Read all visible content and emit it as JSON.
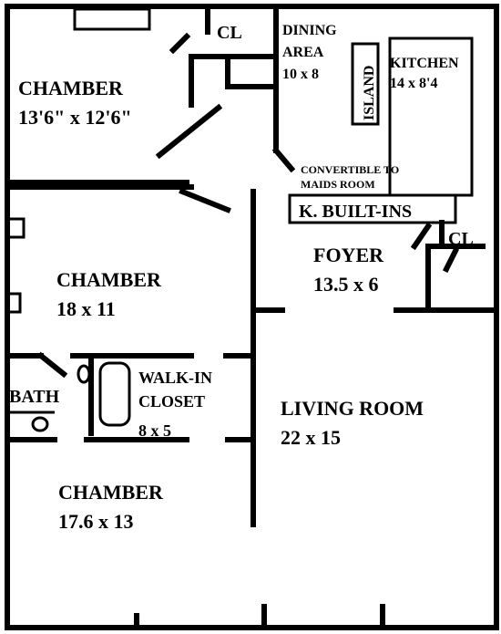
{
  "rooms": {
    "chamber_top": {
      "name": "CHAMBER",
      "size": "13'6\" x 12'6\""
    },
    "closet_top": {
      "name": "CL"
    },
    "dining": {
      "name_line1": "DINING",
      "name_line2": "AREA",
      "size": "10 x 8"
    },
    "island": {
      "name": "ISLAND"
    },
    "kitchen": {
      "name": "KITCHEN",
      "size": "14 x 8'4"
    },
    "convertible": {
      "line1": "CONVERTIBLE TO",
      "line2": "MAIDS ROOM"
    },
    "built_ins": {
      "name": "K. BUILT-INS"
    },
    "closet_foyer": {
      "name": "CL"
    },
    "foyer": {
      "name": "FOYER",
      "size": "13.5 x 6"
    },
    "chamber_mid": {
      "name": "CHAMBER",
      "size": "18 x 11"
    },
    "bath": {
      "name": "BATH"
    },
    "walkin": {
      "name_line1": "WALK-IN",
      "name_line2": "CLOSET",
      "size": "8 x 5"
    },
    "living": {
      "name": "LIVING ROOM",
      "size": "22 x 15"
    },
    "chamber_bot": {
      "name": "CHAMBER",
      "size": "17.6 x 13"
    }
  }
}
